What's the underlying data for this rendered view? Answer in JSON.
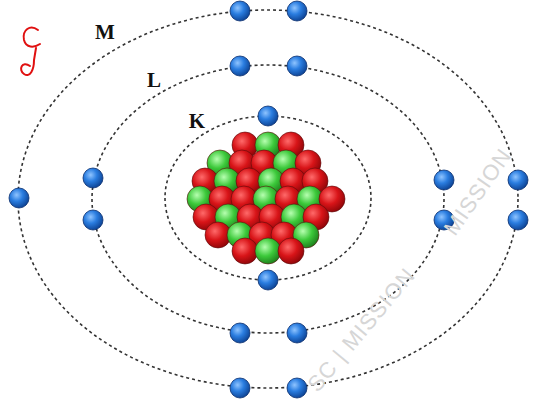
{
  "diagram": {
    "labels": [
      "M",
      "L",
      "K",
      "MISSION",
      "SC | MISSION"
    ]
  }
}
